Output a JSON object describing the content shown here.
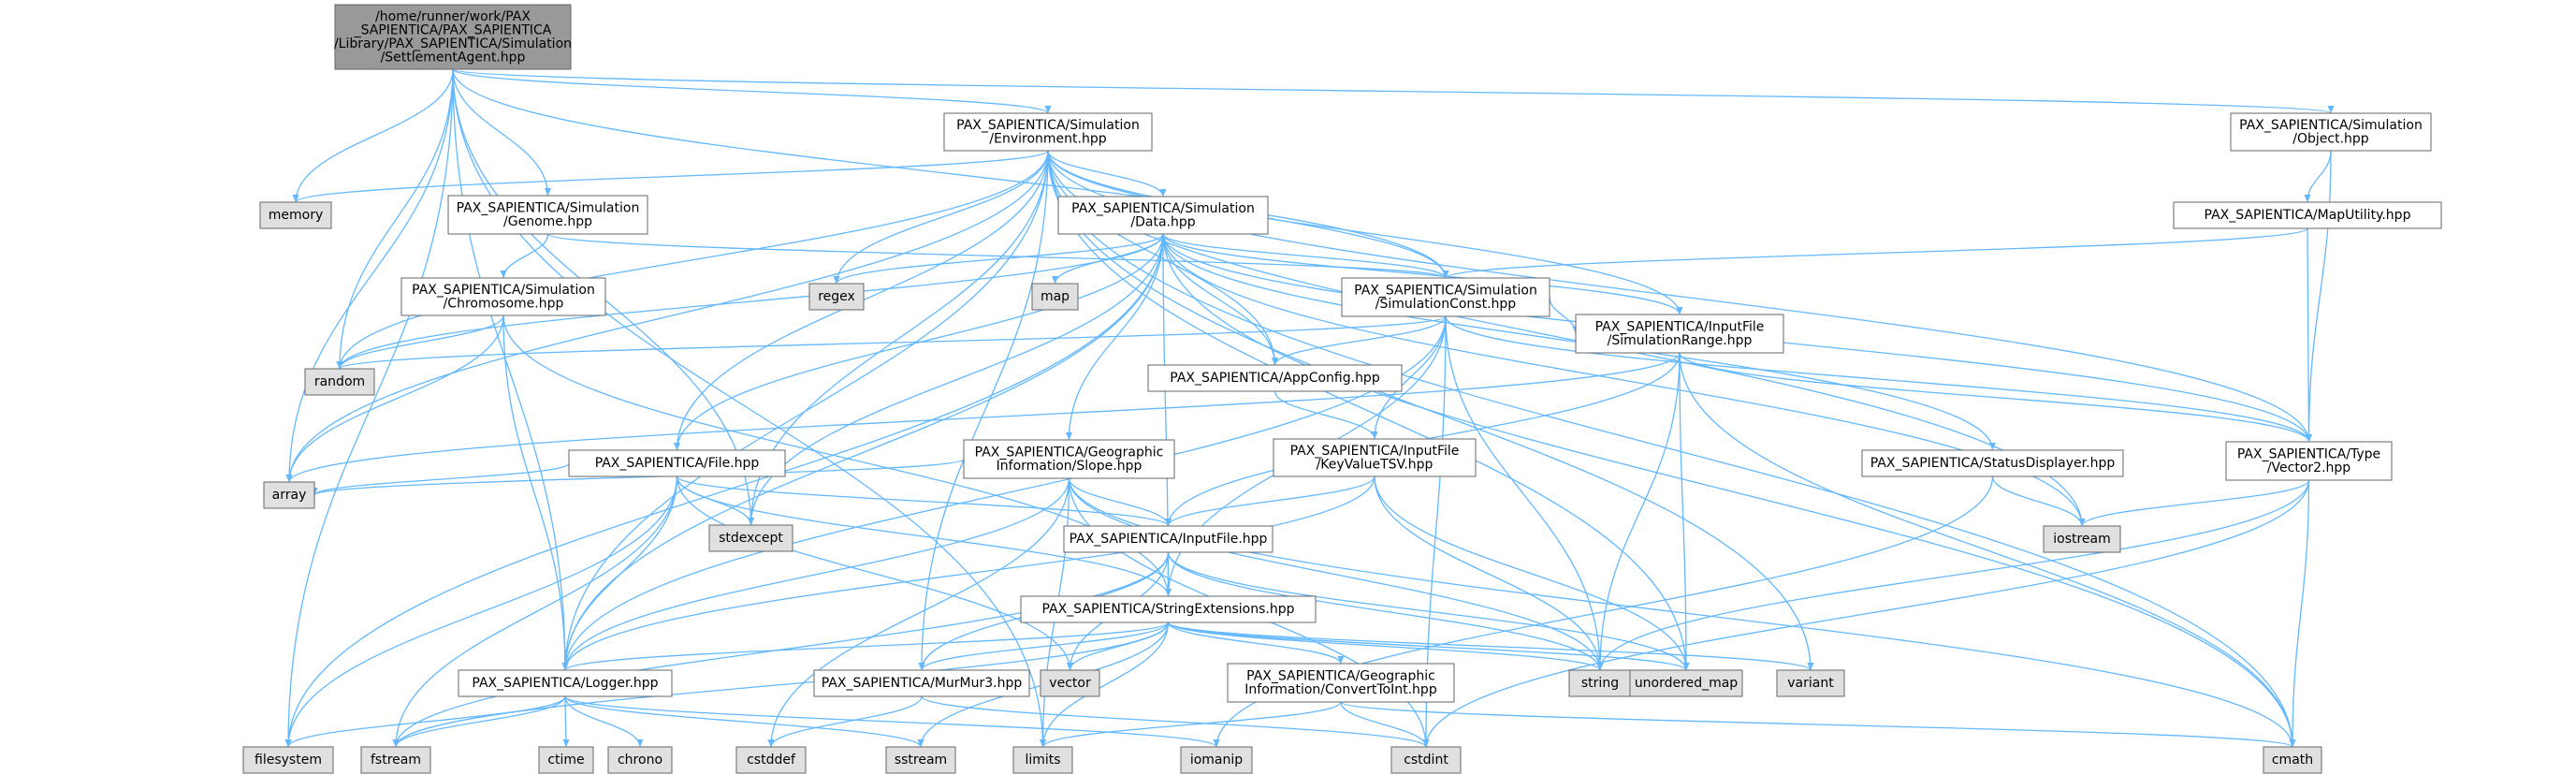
{
  "graph": {
    "title": "",
    "colors": {
      "edge": "#63b8ff",
      "node_border": "#666666",
      "local_fill": "#ffffff",
      "system_fill": "#e0e0e0",
      "focus_fill": "#999999"
    },
    "nodes": [
      {
        "id": "root",
        "kind": "focus",
        "lines": [
          "/home/runner/work/PAX",
          "_SAPIENTICA/PAX_SAPIENTICA",
          "/Library/PAX_SAPIENTICA/Simulation",
          "/SettlementAgent.hpp"
        ]
      },
      {
        "id": "env",
        "kind": "local",
        "lines": [
          "PAX_SAPIENTICA/Simulation",
          "/Environment.hpp"
        ]
      },
      {
        "id": "obj",
        "kind": "local",
        "lines": [
          "PAX_SAPIENTICA/Simulation",
          "/Object.hpp"
        ]
      },
      {
        "id": "maputil",
        "kind": "local",
        "lines": [
          "PAX_SAPIENTICA/MapUtility.hpp"
        ]
      },
      {
        "id": "genome",
        "kind": "local",
        "lines": [
          "PAX_SAPIENTICA/Simulation",
          "/Genome.hpp"
        ]
      },
      {
        "id": "data",
        "kind": "local",
        "lines": [
          "PAX_SAPIENTICA/Simulation",
          "/Data.hpp"
        ]
      },
      {
        "id": "chromosome",
        "kind": "local",
        "lines": [
          "PAX_SAPIENTICA/Simulation",
          "/Chromosome.hpp"
        ]
      },
      {
        "id": "simconst",
        "kind": "local",
        "lines": [
          "PAX_SAPIENTICA/Simulation",
          "/SimulationConst.hpp"
        ]
      },
      {
        "id": "appconfig",
        "kind": "local",
        "lines": [
          "PAX_SAPIENTICA/AppConfig.hpp"
        ]
      },
      {
        "id": "simrange",
        "kind": "local",
        "lines": [
          "PAX_SAPIENTICA/InputFile",
          "/SimulationRange.hpp"
        ]
      },
      {
        "id": "keyvalue",
        "kind": "local",
        "lines": [
          "PAX_SAPIENTICA/InputFile",
          "/KeyValueTSV.hpp"
        ]
      },
      {
        "id": "statusdisp",
        "kind": "local",
        "lines": [
          "PAX_SAPIENTICA/StatusDisplayer.hpp"
        ]
      },
      {
        "id": "vector2",
        "kind": "local",
        "lines": [
          "PAX_SAPIENTICA/Type",
          "/Vector2.hpp"
        ]
      },
      {
        "id": "file",
        "kind": "local",
        "lines": [
          "PAX_SAPIENTICA/File.hpp"
        ]
      },
      {
        "id": "slope",
        "kind": "local",
        "lines": [
          "PAX_SAPIENTICA/Geographic",
          "Information/Slope.hpp"
        ]
      },
      {
        "id": "inputfile",
        "kind": "local",
        "lines": [
          "PAX_SAPIENTICA/InputFile.hpp"
        ]
      },
      {
        "id": "strext",
        "kind": "local",
        "lines": [
          "PAX_SAPIENTICA/StringExtensions.hpp"
        ]
      },
      {
        "id": "logger",
        "kind": "local",
        "lines": [
          "PAX_SAPIENTICA/Logger.hpp"
        ]
      },
      {
        "id": "murmur",
        "kind": "local",
        "lines": [
          "PAX_SAPIENTICA/MurMur3.hpp"
        ]
      },
      {
        "id": "convert",
        "kind": "local",
        "lines": [
          "PAX_SAPIENTICA/Geographic",
          "Information/ConvertToInt.hpp"
        ]
      },
      {
        "id": "memory",
        "kind": "system",
        "lines": [
          "memory"
        ]
      },
      {
        "id": "random",
        "kind": "system",
        "lines": [
          "random"
        ]
      },
      {
        "id": "regex",
        "kind": "system",
        "lines": [
          "regex"
        ]
      },
      {
        "id": "map",
        "kind": "system",
        "lines": [
          "map"
        ]
      },
      {
        "id": "array",
        "kind": "system",
        "lines": [
          "array"
        ]
      },
      {
        "id": "stdexcept",
        "kind": "system",
        "lines": [
          "stdexcept"
        ]
      },
      {
        "id": "iostream",
        "kind": "system",
        "lines": [
          "iostream"
        ]
      },
      {
        "id": "vector",
        "kind": "system",
        "lines": [
          "vector"
        ]
      },
      {
        "id": "string",
        "kind": "system",
        "lines": [
          "string"
        ]
      },
      {
        "id": "unordered_map",
        "kind": "system",
        "lines": [
          "unordered_map"
        ]
      },
      {
        "id": "variant",
        "kind": "system",
        "lines": [
          "variant"
        ]
      },
      {
        "id": "filesystem",
        "kind": "system",
        "lines": [
          "filesystem"
        ]
      },
      {
        "id": "fstream",
        "kind": "system",
        "lines": [
          "fstream"
        ]
      },
      {
        "id": "ctime",
        "kind": "system",
        "lines": [
          "ctime"
        ]
      },
      {
        "id": "chrono",
        "kind": "system",
        "lines": [
          "chrono"
        ]
      },
      {
        "id": "cstddef",
        "kind": "system",
        "lines": [
          "cstddef"
        ]
      },
      {
        "id": "sstream",
        "kind": "system",
        "lines": [
          "sstream"
        ]
      },
      {
        "id": "limits",
        "kind": "system",
        "lines": [
          "limits"
        ]
      },
      {
        "id": "iomanip",
        "kind": "system",
        "lines": [
          "iomanip"
        ]
      },
      {
        "id": "cstdint",
        "kind": "system",
        "lines": [
          "cstdint"
        ]
      },
      {
        "id": "cmath",
        "kind": "system",
        "lines": [
          "cmath"
        ]
      }
    ],
    "edges": [
      [
        "root",
        "env"
      ],
      [
        "root",
        "obj"
      ],
      [
        "root",
        "genome"
      ],
      [
        "root",
        "simconst"
      ],
      [
        "root",
        "memory"
      ],
      [
        "root",
        "random"
      ],
      [
        "root",
        "array"
      ],
      [
        "root",
        "stdexcept"
      ],
      [
        "root",
        "logger"
      ],
      [
        "root",
        "filesystem"
      ],
      [
        "root",
        "limits"
      ],
      [
        "env",
        "data"
      ],
      [
        "env",
        "simconst"
      ],
      [
        "env",
        "file"
      ],
      [
        "env",
        "logger"
      ],
      [
        "env",
        "appconfig"
      ],
      [
        "env",
        "simrange"
      ],
      [
        "env",
        "vector2"
      ],
      [
        "env",
        "memory"
      ],
      [
        "env",
        "random"
      ],
      [
        "env",
        "regex"
      ],
      [
        "env",
        "stdexcept"
      ],
      [
        "env",
        "unordered_map"
      ],
      [
        "env",
        "iostream"
      ],
      [
        "env",
        "variant"
      ],
      [
        "env",
        "cmath"
      ],
      [
        "env",
        "murmur"
      ],
      [
        "env",
        "array"
      ],
      [
        "obj",
        "maputil"
      ],
      [
        "obj",
        "vector2"
      ],
      [
        "maputil",
        "simconst"
      ],
      [
        "maputil",
        "vector2"
      ],
      [
        "genome",
        "chromosome"
      ],
      [
        "genome",
        "simconst"
      ],
      [
        "chromosome",
        "random"
      ],
      [
        "chromosome",
        "array"
      ],
      [
        "chromosome",
        "logger"
      ],
      [
        "chromosome",
        "strext"
      ],
      [
        "data",
        "simconst"
      ],
      [
        "data",
        "appconfig"
      ],
      [
        "data",
        "simrange"
      ],
      [
        "data",
        "statusdisp"
      ],
      [
        "data",
        "vector2"
      ],
      [
        "data",
        "file"
      ],
      [
        "data",
        "slope"
      ],
      [
        "data",
        "strext"
      ],
      [
        "data",
        "logger"
      ],
      [
        "data",
        "regex"
      ],
      [
        "data",
        "map"
      ],
      [
        "data",
        "random"
      ],
      [
        "data",
        "stdexcept"
      ],
      [
        "data",
        "iostream"
      ],
      [
        "data",
        "cmath"
      ],
      [
        "data",
        "filesystem"
      ],
      [
        "simconst",
        "appconfig"
      ],
      [
        "simconst",
        "keyvalue"
      ],
      [
        "simconst",
        "simrange"
      ],
      [
        "simconst",
        "vector2"
      ],
      [
        "simconst",
        "strext"
      ],
      [
        "simconst",
        "random"
      ],
      [
        "simconst",
        "string"
      ],
      [
        "simconst",
        "cstdint"
      ],
      [
        "simconst",
        "logger"
      ],
      [
        "appconfig",
        "keyvalue"
      ],
      [
        "keyvalue",
        "inputfile"
      ],
      [
        "keyvalue",
        "logger"
      ],
      [
        "keyvalue",
        "unordered_map"
      ],
      [
        "keyvalue",
        "string"
      ],
      [
        "simrange",
        "inputfile"
      ],
      [
        "simrange",
        "vector2"
      ],
      [
        "simrange",
        "string"
      ],
      [
        "simrange",
        "unordered_map"
      ],
      [
        "simrange",
        "cmath"
      ],
      [
        "simrange",
        "array"
      ],
      [
        "statusdisp",
        "iostream"
      ],
      [
        "statusdisp",
        "iomanip"
      ],
      [
        "vector2",
        "iostream"
      ],
      [
        "vector2",
        "cmath"
      ],
      [
        "vector2",
        "string"
      ],
      [
        "vector2",
        "cstdint"
      ],
      [
        "file",
        "logger"
      ],
      [
        "file",
        "inputfile"
      ],
      [
        "file",
        "strext"
      ],
      [
        "file",
        "array"
      ],
      [
        "file",
        "stdexcept"
      ],
      [
        "file",
        "filesystem"
      ],
      [
        "file",
        "fstream"
      ],
      [
        "file",
        "vector"
      ],
      [
        "slope",
        "inputfile"
      ],
      [
        "slope",
        "logger"
      ],
      [
        "slope",
        "array"
      ],
      [
        "slope",
        "cstddef"
      ],
      [
        "slope",
        "cstdint"
      ],
      [
        "slope",
        "string"
      ],
      [
        "slope",
        "cmath"
      ],
      [
        "slope",
        "limits"
      ],
      [
        "inputfile",
        "strext"
      ],
      [
        "inputfile",
        "murmur"
      ],
      [
        "inputfile",
        "fstream"
      ],
      [
        "inputfile",
        "vector"
      ],
      [
        "inputfile",
        "string"
      ],
      [
        "inputfile",
        "unordered_map"
      ],
      [
        "strext",
        "logger"
      ],
      [
        "strext",
        "murmur"
      ],
      [
        "strext",
        "convert"
      ],
      [
        "strext",
        "string"
      ],
      [
        "strext",
        "vector"
      ],
      [
        "strext",
        "unordered_map"
      ],
      [
        "strext",
        "variant"
      ],
      [
        "strext",
        "sstream"
      ],
      [
        "strext",
        "limits"
      ],
      [
        "strext",
        "fstream"
      ],
      [
        "logger",
        "filesystem"
      ],
      [
        "logger",
        "fstream"
      ],
      [
        "logger",
        "ctime"
      ],
      [
        "logger",
        "chrono"
      ],
      [
        "logger",
        "sstream"
      ],
      [
        "logger",
        "iomanip"
      ],
      [
        "murmur",
        "cstddef"
      ],
      [
        "murmur",
        "cstdint"
      ],
      [
        "convert",
        "cstdint"
      ],
      [
        "convert",
        "limits"
      ],
      [
        "convert",
        "cmath"
      ]
    ]
  }
}
